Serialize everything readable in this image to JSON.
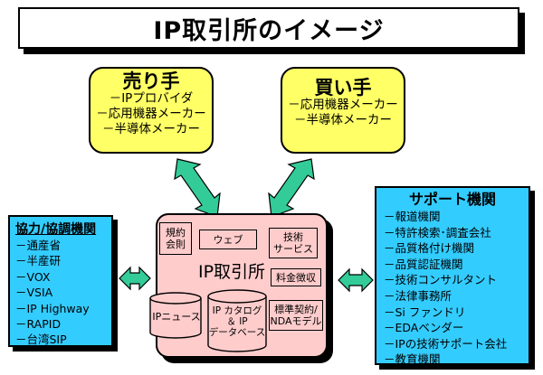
{
  "title": "IP取引所のイメージ",
  "seller": {
    "title": "売り手",
    "items": [
      "－IPプロバイダ",
      "－応用機器メーカー",
      "－半導体メーカー"
    ]
  },
  "buyer": {
    "title": "買い手",
    "items": [
      "－応用機器メーカー",
      "－半導体メーカー"
    ]
  },
  "cooperation": {
    "title": "協力/協調機関",
    "items": [
      "－通産省",
      "－半産研",
      "－VOX",
      "－VSIA",
      "－IP Highway",
      "－RAPID",
      "－台湾SIP"
    ]
  },
  "support": {
    "title": "サポート機関",
    "items": [
      "－報道機関",
      "－特許検索･調査会社",
      "－品質格付け機関",
      "－品質認証機関",
      "－技術コンサルタント",
      "－法律事務所",
      "－Si ファンドリ",
      "－EDAベンダー",
      "－IPの技術サポート会社",
      "－教育機関"
    ]
  },
  "exchange": {
    "label": "IP取引所",
    "rules": [
      "規約",
      "会則"
    ],
    "web": "ウェブ",
    "tech": [
      "技術",
      "サービス"
    ],
    "fee": "料金徴収",
    "contract": [
      "標準契約/",
      "NDAモデル"
    ],
    "news": "IPニュース",
    "catalog": [
      "IP カタログ",
      "＆ IP",
      "データベース"
    ]
  },
  "colors": {
    "yellow": "#ffff66",
    "cyan": "#33ccff",
    "pink": "#ffcccc",
    "arrow": "#33cc99"
  }
}
